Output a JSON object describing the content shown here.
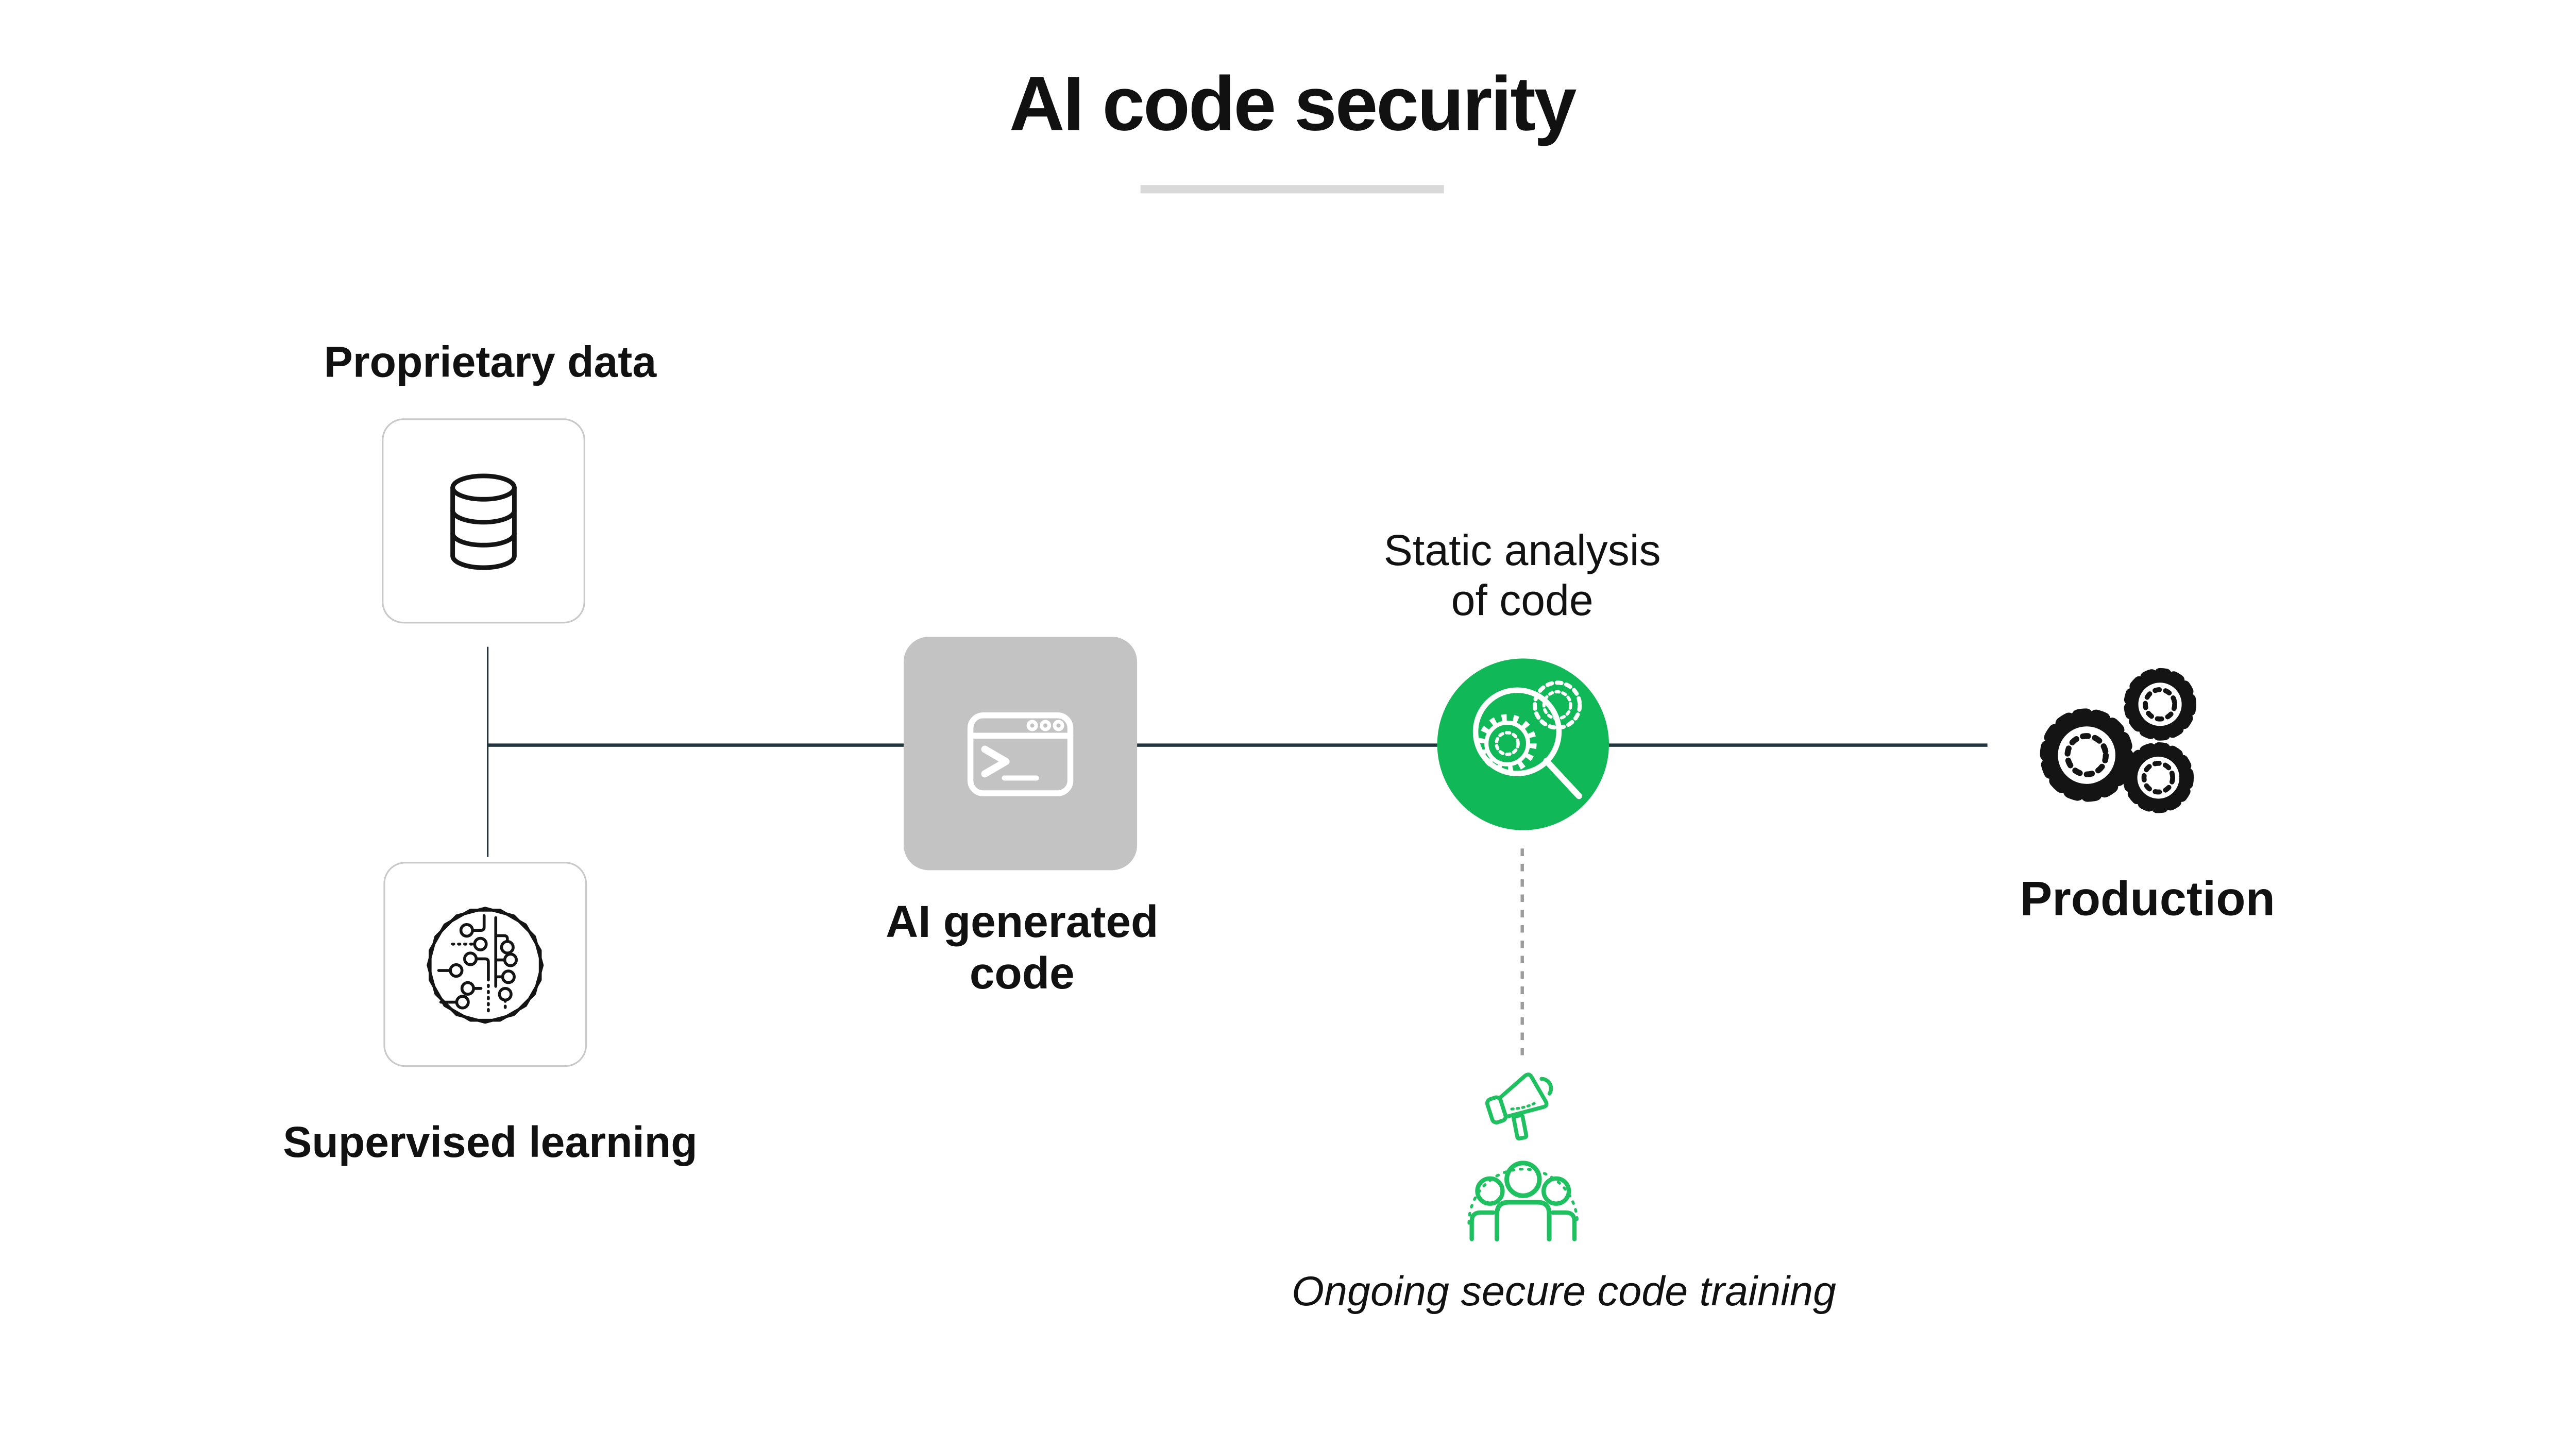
{
  "title": {
    "text": "AI code security"
  },
  "nodes": {
    "proprietary": {
      "label": "Proprietary data",
      "icon": "database-icon"
    },
    "supervised": {
      "label": "Supervised learning",
      "icon": "circuit-brain-icon"
    },
    "ai_code": {
      "line1": "AI generated",
      "line2": "code",
      "icon": "terminal-icon"
    },
    "static_analysis": {
      "line1": "Static analysis",
      "line2": "of code",
      "icon": "magnifier-gears-icon"
    },
    "production": {
      "label": "Production",
      "icon": "gears-icon"
    },
    "training": {
      "label": "Ongoing secure code training",
      "icons": [
        "megaphone-icon",
        "people-icon"
      ]
    }
  },
  "colors": {
    "green_fill": "#11b857",
    "green_stroke": "#1ec05f",
    "ink_line": "#22363f",
    "icon_black": "#141414",
    "gray_box": "#c3c3c3",
    "box_border": "#c9c9c9",
    "underline_gray": "#d9d9d9",
    "dotted_gray": "#9c9c9c",
    "text_black": "#111111"
  }
}
